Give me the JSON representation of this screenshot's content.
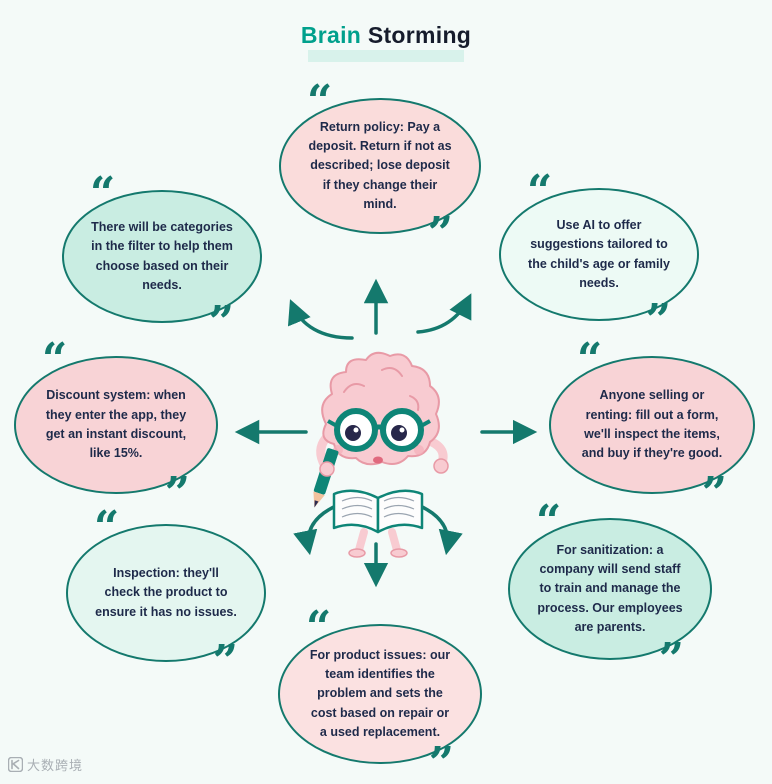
{
  "title": {
    "highlight": "Brain",
    "rest": " Storming"
  },
  "icons": {
    "open_quote": "“",
    "close_quote": "”"
  },
  "bubbles": [
    {
      "key": "top-center",
      "color": "#FADCDB",
      "text": "Return policy: Pay a deposit. Return if not as described; lose deposit if they change their mind."
    },
    {
      "key": "upper-left",
      "color": "#C9EDE2",
      "text": "There will be categories in the filter to help them choose based on their needs."
    },
    {
      "key": "upper-right",
      "color": "#EDFAF5",
      "text": "Use AI to offer suggestions tailored to the child's age or family needs."
    },
    {
      "key": "left",
      "color": "#F8D3D6",
      "text": "Discount system: when they enter the app, they get an instant discount, like 15%."
    },
    {
      "key": "right",
      "color": "#F8D3D6",
      "text": "Anyone selling or renting: fill out a form, we'll inspect the items, and buy if they're good."
    },
    {
      "key": "lower-left",
      "color": "#E4F6F0",
      "text": "Inspection: they'll check the product to ensure it has no issues."
    },
    {
      "key": "lower-right",
      "color": "#C9EDE2",
      "text": "For sanitization: a company will send staff to train and manage the process. Our employees are parents."
    },
    {
      "key": "bottom-center",
      "color": "#FBE1E1",
      "text": "For product issues: our team identifies the problem and sets the cost based on repair or a used replacement."
    }
  ],
  "watermark": {
    "text": "大数跨境"
  },
  "colors": {
    "accent_teal": "#00A08C",
    "outline_teal": "#14796D",
    "text_dark": "#1E2A4A",
    "background": "#F4FAF8",
    "pink_bubble": "#F8D3D6",
    "mint_bubble": "#C9EDE2",
    "light_mint_bubble": "#EDFAF5"
  }
}
